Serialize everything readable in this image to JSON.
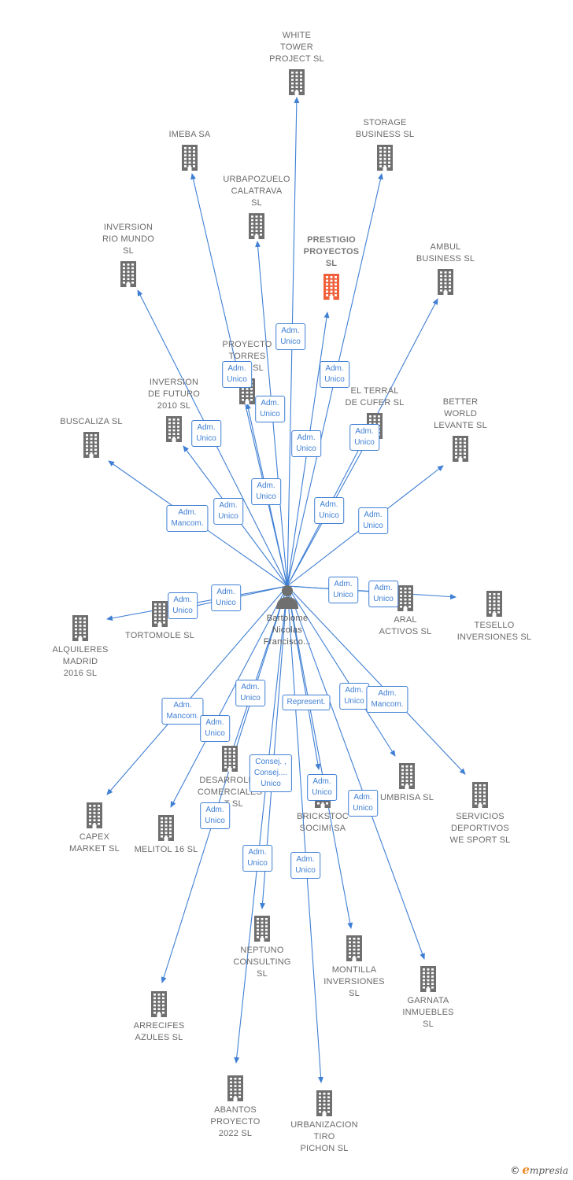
{
  "person": {
    "id": "center",
    "label": "Bartolome\nNicolas\nFrancisco...",
    "icon": "person-icon"
  },
  "colors": {
    "edge": "#3f7fd4",
    "building": "#6f6f6f",
    "highlight": "#f0603a",
    "label": "#6a6a6a"
  },
  "companies": [
    {
      "id": "white-tower",
      "label": "WHITE\nTOWER\nPROJECT SL",
      "icon": "building-icon"
    },
    {
      "id": "imeba",
      "label": "IMEBA SA",
      "icon": "building-icon"
    },
    {
      "id": "storage-business",
      "label": "STORAGE\nBUSINESS SL",
      "icon": "building-icon"
    },
    {
      "id": "urbapozuelo",
      "label": "URBAPOZUELO\nCALATRAVA\nSL",
      "icon": "building-icon"
    },
    {
      "id": "inversion-rio-mundo",
      "label": "INVERSION\nRIO MUNDO\nSL",
      "icon": "building-icon"
    },
    {
      "id": "prestigio-proyectos",
      "label": "PRESTIGIO\nPROYECTOS\nSL",
      "icon": "building-icon",
      "highlight": true
    },
    {
      "id": "ambul-business",
      "label": "AMBUL\nBUSINESS SL",
      "icon": "building-icon"
    },
    {
      "id": "proyecto-torres",
      "label": "PROYECTO\nTORRES\nB...S SL",
      "icon": "building-icon"
    },
    {
      "id": "inversion-de-futuro",
      "label": "INVERSION\nDE FUTURO\n2010 SL",
      "icon": "building-icon"
    },
    {
      "id": "el-terral",
      "label": "EL TERRAL\nDE CUFER SL",
      "icon": "building-icon"
    },
    {
      "id": "buscaliza",
      "label": "BUSCALIZA SL",
      "icon": "building-icon"
    },
    {
      "id": "better-world",
      "label": "BETTER\nWORLD\nLEVANTE SL",
      "icon": "building-icon"
    },
    {
      "id": "tortomole",
      "label": "TORTOMOLE SL",
      "icon": "building-icon"
    },
    {
      "id": "aral-activos",
      "label": "ARAL\nACTIVOS SL",
      "icon": "building-icon"
    },
    {
      "id": "tesello",
      "label": "TESELLO\nINVERSIONES SL",
      "icon": "building-icon"
    },
    {
      "id": "alquileres-madrid",
      "label": "ALQUILERES\nMADRID\n2016 SL",
      "icon": "building-icon"
    },
    {
      "id": "desarrollos",
      "label": "DESARROLLO\nCOMERCIALES\n...T SL",
      "icon": "building-icon"
    },
    {
      "id": "umbrisa",
      "label": "UMBRISA SL",
      "icon": "building-icon"
    },
    {
      "id": "servicios-deportivos",
      "label": "SERVICIOS\nDEPORTIVOS\nWE SPORT SL",
      "icon": "building-icon"
    },
    {
      "id": "capex-market",
      "label": "CAPEX\nMARKET SL",
      "icon": "building-icon"
    },
    {
      "id": "melitol",
      "label": "MELITOL 16 SL",
      "icon": "building-icon"
    },
    {
      "id": "brickstock",
      "label": "BRICKSTOC\nSOCIMI SA",
      "icon": "building-icon"
    },
    {
      "id": "neptuno",
      "label": "NEPTUNO\nCONSULTING\nSL",
      "icon": "building-icon"
    },
    {
      "id": "montilla",
      "label": "MONTILLA\nINVERSIONES\nSL",
      "icon": "building-icon"
    },
    {
      "id": "garnata",
      "label": "GARNATA\nINMUEBLES\nSL",
      "icon": "building-icon"
    },
    {
      "id": "arrecifes",
      "label": "ARRECIFES\nAZULES SL",
      "icon": "building-icon"
    },
    {
      "id": "abantos",
      "label": "ABANTOS\nPROYECTO\n2022 SL",
      "icon": "building-icon"
    },
    {
      "id": "urbanizacion",
      "label": "URBANIZACION\nTIRO\nPICHON SL",
      "icon": "building-icon"
    }
  ],
  "roles": [
    {
      "id": "r-white-tower",
      "label": "Adm.\nUnico"
    },
    {
      "id": "r-imeba",
      "label": "Adm.\nUnico"
    },
    {
      "id": "r-storage",
      "label": "Adm.\nUnico"
    },
    {
      "id": "r-urbapozuelo",
      "label": "Adm.\nUnico"
    },
    {
      "id": "r-rio-mundo",
      "label": "Adm.\nUnico"
    },
    {
      "id": "r-prestigio",
      "label": "Adm.\nUnico"
    },
    {
      "id": "r-ambul",
      "label": "Adm.\nUnico"
    },
    {
      "id": "r-torres",
      "label": "Adm.\nUnico"
    },
    {
      "id": "r-futuro",
      "label": "Adm.\nUnico"
    },
    {
      "id": "r-terral",
      "label": "Adm.\nUnico"
    },
    {
      "id": "r-buscaliza",
      "label": "Adm.\nMancom."
    },
    {
      "id": "r-better",
      "label": "Adm.\nUnico"
    },
    {
      "id": "r-tortomole",
      "label": "Adm.\nUnico"
    },
    {
      "id": "r-alquileres",
      "label": "Adm.\nUnico"
    },
    {
      "id": "r-aral",
      "label": "Adm.\nUnico"
    },
    {
      "id": "r-tesello",
      "label": "Adm.\nUnico"
    },
    {
      "id": "r-capex",
      "label": "Adm.\nMancom."
    },
    {
      "id": "r-desarrollos",
      "label": "Adm.\nUnico"
    },
    {
      "id": "r-melitol",
      "label": "Adm.\nUnico"
    },
    {
      "id": "r-brickstock",
      "label": "Represent."
    },
    {
      "id": "r-umbrisa",
      "label": "Adm.\nUnico"
    },
    {
      "id": "r-servicios",
      "label": "Adm.\nMancom."
    },
    {
      "id": "r-neptuno",
      "label": "Consej. ,\nConsej....\nUnico"
    },
    {
      "id": "r-montilla",
      "label": "Adm.\nUnico"
    },
    {
      "id": "r-garnata",
      "label": "Adm.\nUnico"
    },
    {
      "id": "r-arrecifes",
      "label": "Adm.\nUnico"
    },
    {
      "id": "r-abantos",
      "label": "Adm.\nUnico"
    },
    {
      "id": "r-urbanizacion",
      "label": "Adm.\nUnico"
    }
  ],
  "footer": {
    "copyright": "©",
    "brand_initial": "e",
    "brand_rest": "mpresia"
  }
}
